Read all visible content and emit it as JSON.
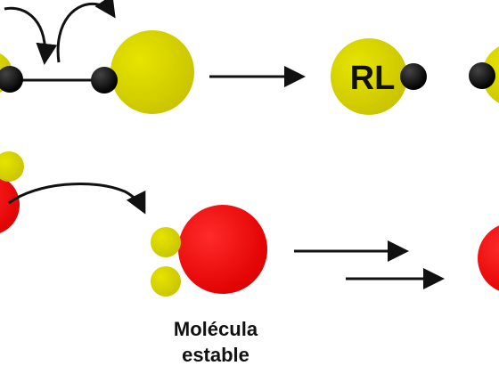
{
  "diagram": {
    "colors": {
      "yellow": "#d4cf00",
      "red": "#ff0000",
      "electron": "#000000",
      "arrow": "#111111",
      "text": "#111111",
      "background": "#ffffff"
    },
    "labels": {
      "radical": "RL",
      "stable_line1": "Molécula",
      "stable_line2": "estable"
    }
  }
}
